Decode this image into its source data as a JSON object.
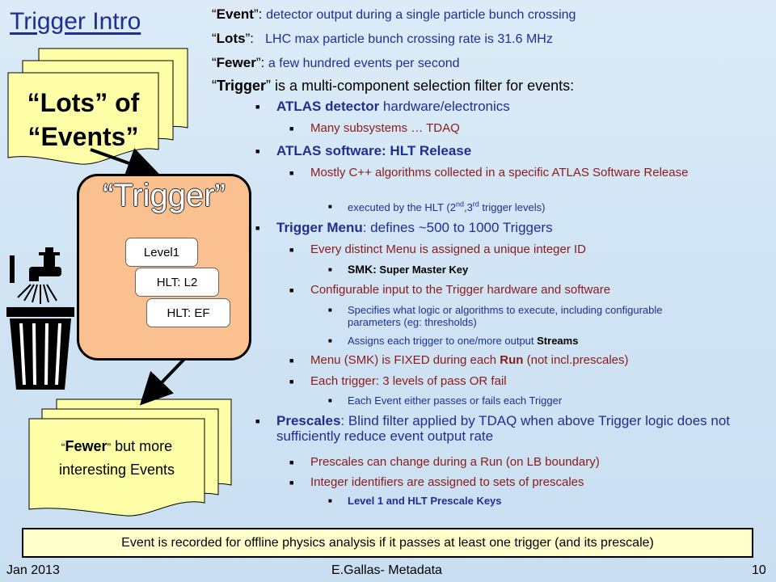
{
  "slide": {
    "title": "Trigger Intro",
    "definitions": [
      {
        "term": "Event",
        "text": "detector output during a single particle bunch crossing"
      },
      {
        "term": "Lots",
        "text": "LHC max particle bunch crossing rate is 31.6 MHz"
      },
      {
        "term": "Fewer",
        "text": "a few hundred events per second"
      },
      {
        "term": "Trigger",
        "text": "is a multi-component selection filter for events:"
      }
    ],
    "bullets": {
      "b1": {
        "bold": "ATLAS detector",
        "rest": " hardware/electronics"
      },
      "b1_1": "Many subsystems … TDAQ",
      "b2": "ATLAS software: HLT Release",
      "b2_1": "Mostly C++ algorithms collected in a specific ATLAS Software Release",
      "b2_1_1_pre": "executed by the HLT (2",
      "b2_1_1_sup1": "nd",
      "b2_1_1_mid": ",3",
      "b2_1_1_sup2": "rd",
      "b2_1_1_post": " trigger levels)",
      "b3": {
        "bold": "Trigger Menu",
        "rest": ": defines ~500 to 1000 Triggers"
      },
      "b3_1": "Every distinct Menu is assigned a unique integer ID",
      "b3_1_1": {
        "bold": "SMK:",
        "rest": " Super Master Key"
      },
      "b3_2": "Configurable input to the Trigger hardware and software",
      "b3_2_1": "Specifies what logic or algorithms to execute, including configurable parameters (eg: thresholds)",
      "b3_2_2": {
        "pre": "Assigns each trigger to one/more output ",
        "bold": "Streams"
      },
      "b3_3": {
        "pre": "Menu (SMK) is FIXED during each ",
        "bold": "Run",
        "post": " (not incl.prescales)"
      },
      "b3_4": "Each trigger: 3 levels of pass OR fail",
      "b3_4_1": "Each Event either passes or fails each Trigger",
      "b4": {
        "bold": "Prescales",
        "rest": ": Blind filter applied by TDAQ when above Trigger logic does not sufficiently reduce event output rate"
      },
      "b4_1": "Prescales can change during a Run (on LB boundary)",
      "b4_2": "Integer identifiers are assigned to sets of prescales",
      "b4_2_1": "Level 1 and HLT Prescale Keys"
    },
    "diagram": {
      "lots_line1": "“Lots” of",
      "lots_line2": "“Events”",
      "trigger_label": "“Trigger”",
      "levels": [
        "Level1",
        "HLT: L2",
        "HLT: EF"
      ],
      "fewer_bold": "Fewer",
      "fewer_line1_rest": " but more",
      "fewer_line2": "interesting Events"
    },
    "summary": "Event is recorded for offline physics analysis if it passes at least one trigger (and its prescale)",
    "footer": {
      "date": "Jan  2013",
      "author": "E.Gallas- Metadata",
      "page": "10"
    }
  },
  "colors": {
    "title_blue": "#1f2f8f",
    "bullet_red": "#8b1a1a",
    "note_yellow": "#ffffa8",
    "trigger_orange": "#fac090"
  }
}
